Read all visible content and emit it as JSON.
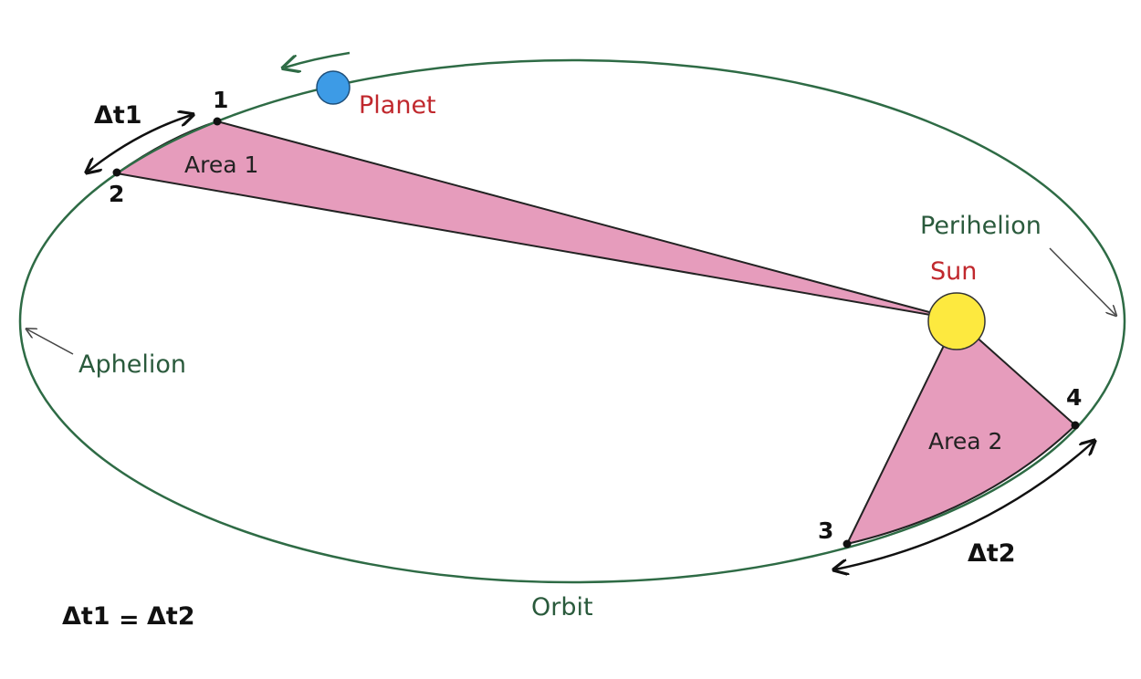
{
  "diagram": {
    "labels": {
      "planet": "Planet",
      "sun": "Sun",
      "perihelion": "Perihelion",
      "aphelion": "Aphelion",
      "orbit": "Orbit",
      "area1": "Area 1",
      "area2": "Area 2",
      "point1": "1",
      "point2": "2",
      "point3": "3",
      "point4": "4",
      "dt1": "Δt1",
      "dt2": "Δt2",
      "equation_left": "Δt1",
      "equation_equals": "=",
      "equation_right": "Δt2"
    },
    "colors": {
      "orbit": "#2e6b45",
      "sector_fill": "#e69cbc",
      "sun": "#fde93f",
      "planet": "#3d9be6",
      "label_green": "#2a5a3c",
      "label_red": "#c0282d"
    }
  }
}
